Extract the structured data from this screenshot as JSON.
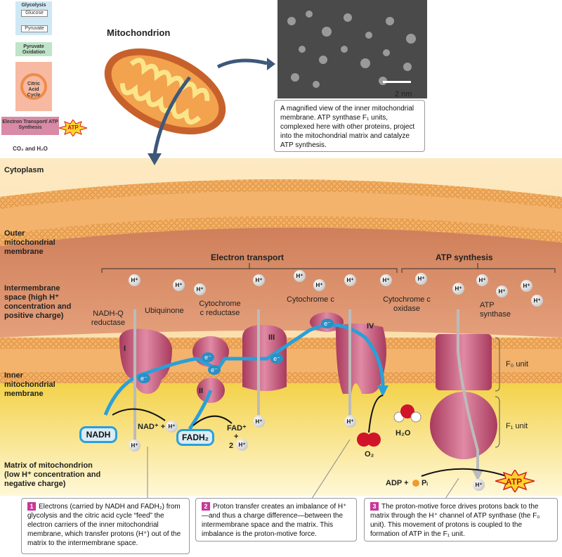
{
  "flow": {
    "glycolysis": "Glycolysis",
    "glucose": "Glucose",
    "pyruvate": "Pyruvate",
    "pyruvate_oxidation": "Pyruvate Oxidation",
    "citric_acid_cycle": "Citric Acid Cycle",
    "electron_transport": "Electron Transport/ ATP Synthesis",
    "atp": "ATP",
    "products": "CO₂ and H₂O"
  },
  "top": {
    "mitochondrion_title": "Mitochondrion",
    "scale": "2 nm",
    "micro_caption": "A magnified view of the inner mitochondrial membrane. ATP synthase F₁ units, complexed here with other proteins, project into the mitochondrial matrix and catalyze ATP synthesis."
  },
  "regions": {
    "cytoplasm": "Cytoplasm",
    "outer_membrane": "Outer mitochondrial membrane",
    "intermembrane": "Intermembrane space (high H⁺ concentration and positive charge)",
    "inner_membrane": "Inner mitochondrial membrane",
    "matrix": "Matrix of mitochondrion (low H⁺ concentration and negative charge)"
  },
  "sections": {
    "electron_transport": "Electron transport",
    "atp_synthesis": "ATP synthesis"
  },
  "complexes": {
    "nadh_q": "NADH-Q reductase",
    "ubiquinone": "Ubiquinone",
    "cyt_c_reductase": "Cytochrome c reductase",
    "cyt_c": "Cytochrome c",
    "cyt_c_oxidase": "Cytochrome c oxidase",
    "atp_synthase": "ATP synthase",
    "roman_1": "I",
    "roman_2": "II",
    "roman_3": "III",
    "roman_4": "IV",
    "f0": "F₀ unit",
    "f1": "F₁ unit"
  },
  "molecules": {
    "hplus": "H⁺",
    "eminus": "e⁻",
    "nadh": "NADH",
    "nad_plus": "NAD⁺ +",
    "fadh2": "FADH₂",
    "fad_plus": "FAD⁺",
    "plus": "+",
    "two": "2",
    "o2": "O₂",
    "h2o": "H₂O",
    "adp_pi": "ADP + ",
    "pi": "Pᵢ",
    "atp": "ATP"
  },
  "steps": [
    {
      "num": "1",
      "text": "Electrons (carried by NADH and FADH₂) from glycolysis and the citric acid cycle “feed” the electron carriers of the inner mitochondrial membrane, which transfer protons (H⁺) out of the matrix to the intermembrane space."
    },
    {
      "num": "2",
      "text": "Proton transfer creates an imbalance of H⁺—and thus a charge difference—between the intermembrane space and the matrix. This imbalance is the proton-motive force."
    },
    {
      "num": "3",
      "text": "The proton-motive force drives protons back to the matrix through the H⁺ channel of ATP synthase (the F₀ unit). This movement of protons is coupled to the formation of ATP in the F₁ unit."
    }
  ],
  "colors": {
    "membrane": "#f2a35e",
    "intermembrane": "#d8895f",
    "matrix": "#f5df6a",
    "protein": "#c9567a",
    "electron_path": "#2aa0d8",
    "step_badge": "#c8379a"
  }
}
